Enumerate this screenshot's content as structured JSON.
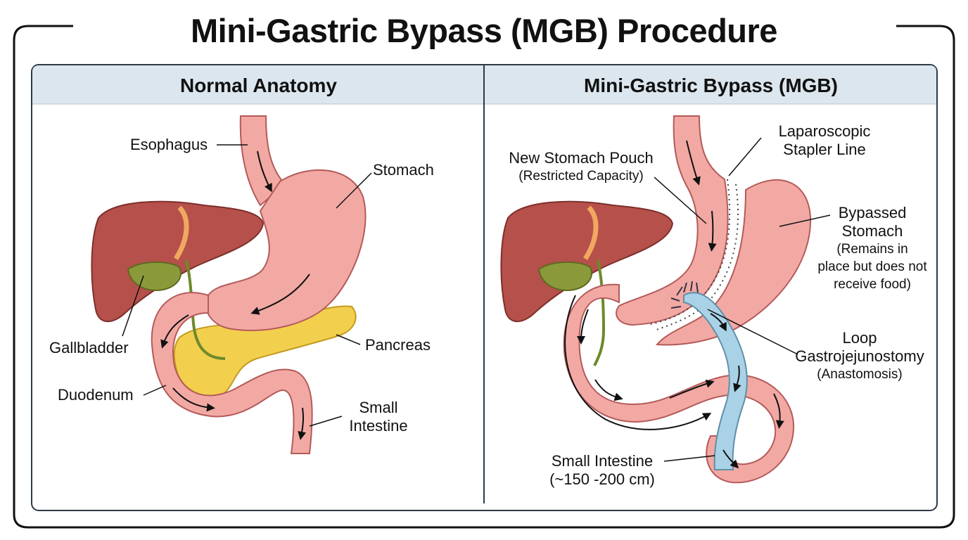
{
  "title": "Mini-Gastric Bypass (MGB) Procedure",
  "panels": {
    "left": {
      "title": "Normal Anatomy",
      "labels": {
        "esophagus": "Esophagus",
        "stomach": "Stomach",
        "gallbladder": "Gallbladder",
        "pancreas": "Pancreas",
        "duodenum": "Duodenum",
        "small_intestine_1": "Small",
        "small_intestine_2": "Intestine"
      }
    },
    "right": {
      "title": "Mini-Gastric Bypass (MGB)",
      "labels": {
        "stapler_1": "Laparoscopic",
        "stapler_2": "Stapler Line",
        "pouch": "New Stomach Pouch",
        "pouch_note": "(Restricted Capacity)",
        "bypassed_1": "Bypassed",
        "bypassed_2": "Stomach",
        "bypassed_note_1": "(Remains in",
        "bypassed_note_2": "place but does not",
        "bypassed_note_3": "receive food)",
        "loop_1": "Loop",
        "loop_2": "Gastrojejunostomy",
        "loop_3": "(Anastomosis)",
        "small_int": "Small Intestine",
        "small_int_len": "(~150 -200 cm)"
      }
    }
  },
  "colors": {
    "stomach": "#f2a9a4",
    "stomach_outline": "#b45a5a",
    "liver": "#b6504a",
    "gallbladder": "#8a9a3a",
    "pancreas": "#f3cf4e",
    "limb": "#a9d2e6",
    "header": "#dce6ee",
    "frame": "#2b3a47"
  }
}
